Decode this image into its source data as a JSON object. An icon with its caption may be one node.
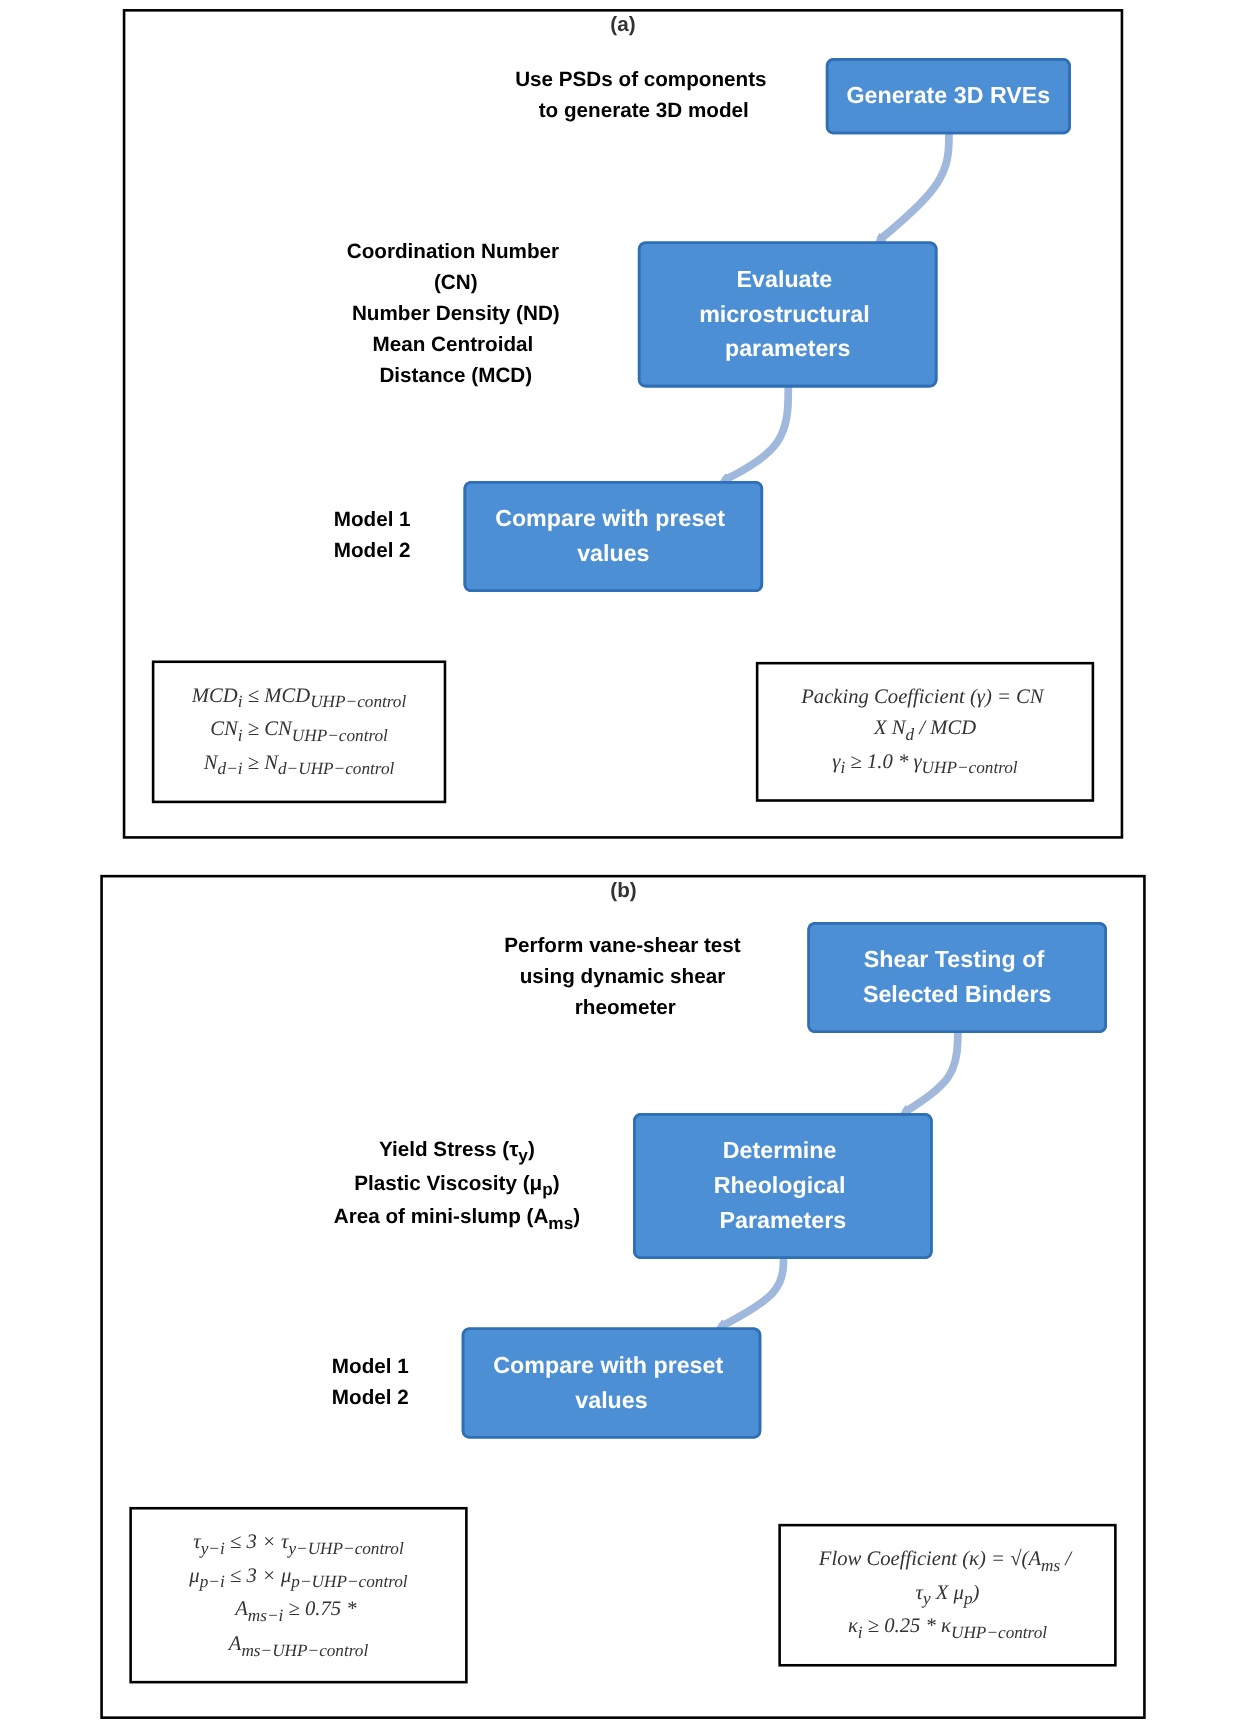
{
  "diagram": {
    "nodes": [
      {
        "text": [
          "(a)"
        ]
      },
      {
        "text": [
          "Generate 3D RVEs"
        ],
        "in": 0,
        "beside": [
          "Use PSDs of components to generate 3D model"
        ]
      },
      {
        "text": [
          "Evaluate microstructural parameters"
        ],
        "in": 0,
        "beside": [
          "Coordination Number (CN)",
          "Number Density (ND)",
          "Mean Centroidal Distance (MCD)"
        ]
      },
      {
        "text": [
          "Compare with preset values"
        ],
        "in": 0,
        "beside": [
          "Model 1",
          "Model 2"
        ]
      },
      {
        "text": [
          "MCD$_{i}$ ≤ MCD$_{UHP−control}$",
          "CN$_{i}$ ≥ CN$_{UHP−control}$",
          "N$_{d−i}$ ≥ N$_{d−UHP−control}$"
        ],
        "in": 0
      },
      {
        "text": [
          "Packing Coefficient (γ) = CN X N$_{d}$ / MCD",
          "γ$_{i}$ ≥ 1.0 * γ$_{UHP−control}$"
        ],
        "in": 0
      },
      {
        "text": [
          "(b)"
        ]
      },
      {
        "text": [
          "Shear Testing of Selected Binders"
        ],
        "in": 6,
        "beside": [
          "Perform vane-shear test using dynamic shear rheometer"
        ]
      },
      {
        "text": [
          "Determine Rheological Parameters"
        ],
        "in": 6,
        "beside": [
          "Yield Stress (τ$_{y}$)",
          "Plastic Viscosity (μ$_{p}$)",
          "Area of mini-slump (A$_{ms}$)"
        ]
      },
      {
        "text": [
          "Compare with preset values"
        ],
        "in": 6,
        "beside": [
          "Model 1",
          "Model 2"
        ]
      },
      {
        "text": [
          "τ$_{y−i}$ ≤ 3 × τ$_{y−UHP−control}$",
          "μ$_{p−i}$ ≤ 3 × μ$_{p−UHP−control}$",
          "A$_{ms−i}$ ≥ 0.75 * A$_{ms−UHP−control}$"
        ],
        "in": 6
      },
      {
        "text": [
          "Flow Coefficient (κ) = √(A$_{ms}$ / τ$_{y}$ X μ$_{p}$)",
          "κ$_{i}$ ≥ 0.25 * κ$_{UHP−control}$"
        ],
        "in": 6
      }
    ],
    "edges": [
      {
        "from": 1,
        "to": 2,
        "arrow": "to"
      },
      {
        "from": 2,
        "to": 3,
        "arrow": "to"
      },
      {
        "from": 7,
        "to": 8,
        "arrow": "to"
      },
      {
        "from": 8,
        "to": 9,
        "arrow": "to"
      }
    ]
  }
}
